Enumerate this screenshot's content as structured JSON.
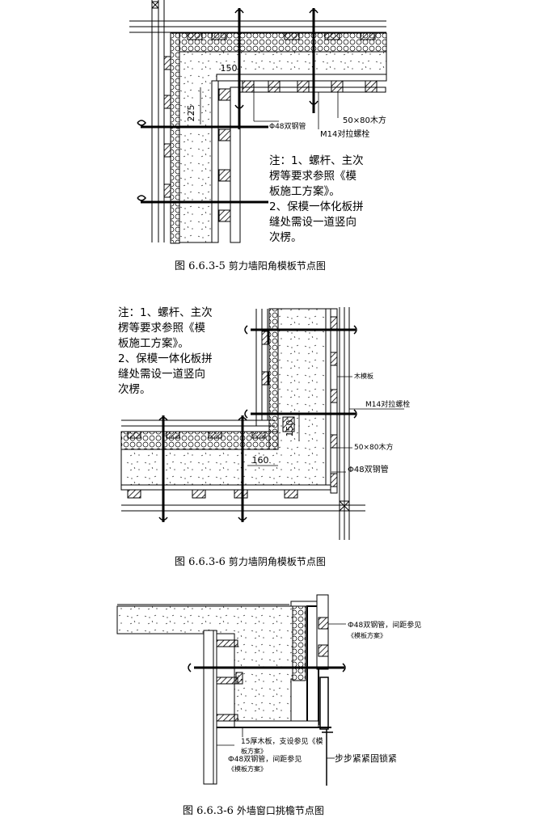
{
  "figure1": {
    "caption_number": "图 6.6.3-5",
    "caption_title": "剪力墙阳角模板节点图",
    "dim_horizontal": "150",
    "dim_vertical": "225",
    "label_pipe": "Φ48双钢管",
    "label_timber": "50×80木方",
    "label_bolt": "M14对拉螺栓",
    "note_lines": [
      "注：1、螺杆、主次",
      "楞等要求参照《模",
      "板施工方案》。",
      "2、保模一体化板拼",
      "缝处需设一道竖向",
      "次楞。"
    ]
  },
  "figure2": {
    "caption_number": "图 6.6.3-6",
    "caption_title": "剪力墙阴角模板节点图",
    "dim_vertical": "150",
    "dim_horizontal": "160",
    "label_board": "木模板",
    "label_bolt": "M14对拉螺栓",
    "label_timber": "50×80木方",
    "label_pipe": "Φ48双钢管",
    "note_lines": [
      "注：1、螺杆、主次",
      "楞等要求参照《模",
      "板施工方案》。",
      "2、保模一体化板拼",
      "缝处需设一道竖向",
      "次楞。"
    ]
  },
  "figure3": {
    "caption_number": "图 6.6.3-6",
    "caption_title": "外墙窗口挑檐节点图",
    "label_pipe_top_1": "Ф48双钢管，间距参见",
    "label_pipe_top_2": "《模板方案》",
    "label_timber_1": "15厚木板，支设参见《模",
    "label_timber_2": "板方案》",
    "label_pipe_bottom_1": "Ф48双钢管，间距参见",
    "label_pipe_bottom_2": "《模板方案》",
    "label_lock": "步步紧紧固锁紧"
  }
}
